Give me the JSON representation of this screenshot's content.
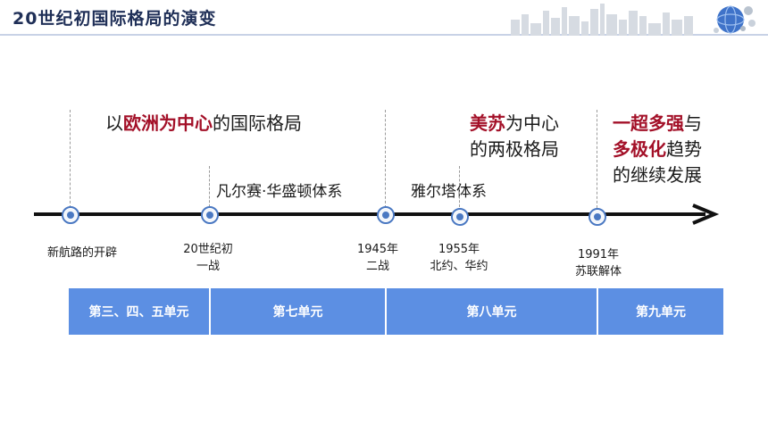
{
  "header": {
    "title": "20世纪初国际格局的演变"
  },
  "phases": {
    "europe": {
      "prefix": "以",
      "highlight": "欧洲为中心",
      "suffix": "的国际格局"
    },
    "bipolar": {
      "highlight": "美苏",
      "line1_rest": "为中心",
      "line2": "的两极格局"
    },
    "multipolar": {
      "line1_highlight": "一超多强",
      "line1_rest": "与",
      "line2_highlight": "多极化",
      "line2_rest": "趋势",
      "line3": "的继续发展"
    }
  },
  "systems": {
    "versailles": "凡尔赛·华盛顿体系",
    "yalta": "雅尔塔体系"
  },
  "events": [
    {
      "line1": "新航路的开辟",
      "line2": ""
    },
    {
      "line1": "20世纪初",
      "line2": "一战"
    },
    {
      "line1": "1945年",
      "line2": "二战"
    },
    {
      "line1": "1955年",
      "line2": "北约、华约"
    },
    {
      "line1": "1991年",
      "line2": "苏联解体"
    }
  ],
  "units": [
    "第三、四、五单元",
    "第七单元",
    "第八单元",
    "第九单元"
  ],
  "colors": {
    "highlight": "#a31028",
    "unit_bar": "#5c8fe3",
    "node": "#4a78c2",
    "title": "#1f2f57"
  }
}
